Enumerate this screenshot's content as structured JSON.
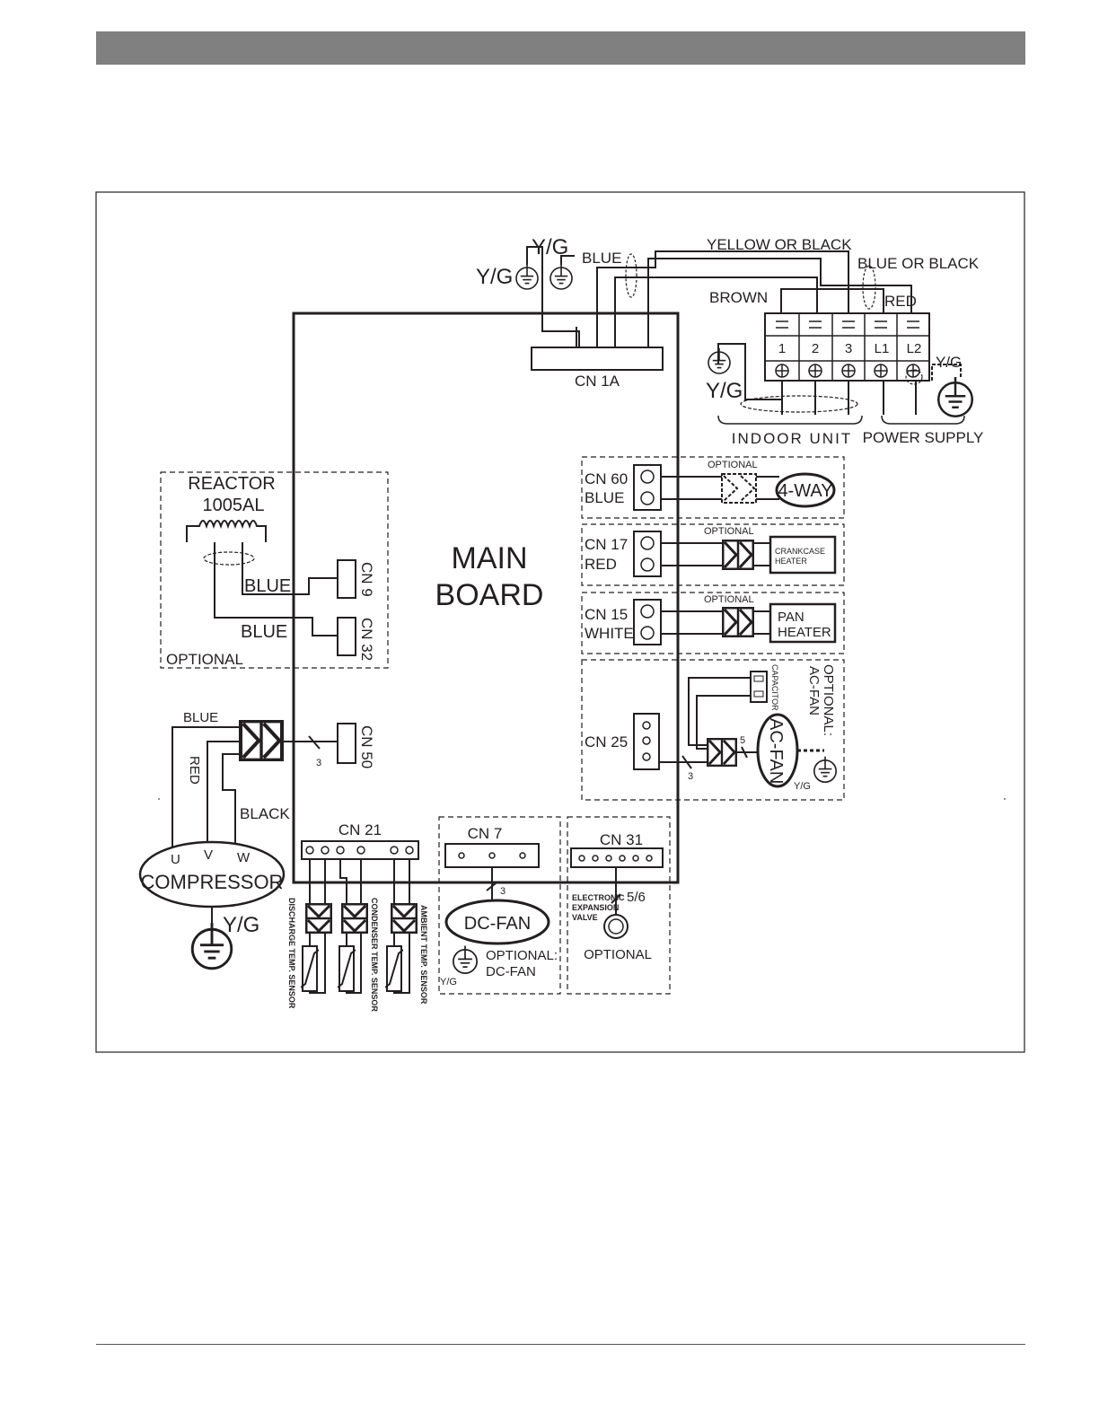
{
  "header": {
    "band_color": "#808080"
  },
  "labels": {
    "yg": "Y/G",
    "blue": "BLUE",
    "yellow_or_black": "YELLOW OR BLACK",
    "blue_or_black": "BLUE OR BLACK",
    "brown": "BROWN",
    "red": "RED",
    "cn1a": "CN 1A",
    "term_1": "1",
    "term_2": "2",
    "term_3": "3",
    "term_l1": "L1",
    "term_l2": "L2",
    "indoor_unit": "INDOOR UNIT",
    "power_supply": "POWER SUPPLY",
    "reactor": "REACTOR",
    "reactor_model": "1005AL",
    "cn9": "CN 9",
    "cn32": "CN 32",
    "optional": "OPTIONAL",
    "main": "MAIN",
    "board": "BOARD",
    "cn60": "CN 60",
    "cn60_color": "BLUE",
    "four_way": "4-WAY",
    "cn17": "CN 17",
    "cn17_color": "RED",
    "crankcase_1": "CRANKCASE",
    "crankcase_2": "HEATER",
    "cn15": "CN 15",
    "cn15_color": "WHITE",
    "pan_1": "PAN",
    "pan_2": "HEATER",
    "cn25": "CN 25",
    "capacitor": "CAPACITOR",
    "optional_colon": "OPTIONAL:",
    "ac_fan_dash": "AC-FAN",
    "ac_fan": "AC-FAN",
    "wire_3": "3",
    "wire_5": "5",
    "cn50": "CN 50",
    "black": "BLACK",
    "red_wire": "RED",
    "u": "U",
    "v": "V",
    "w": "W",
    "compressor": "COMPRESSOR",
    "cn21": "CN 21",
    "cn7": "CN 7",
    "cn31": "CN 31",
    "dc_fan": "DC-FAN",
    "optional_dc_1": "OPTIONAL:",
    "optional_dc_2": "DC-FAN",
    "wire_56": "5/6",
    "eev_1": "ELECTRONIC",
    "eev_2": "EXPANSION",
    "eev_3": "VALVE",
    "discharge_sensor": "DISCHARGE TEMP. SENSOR",
    "condenser_sensor": "CONDENSER TEMP. SENSOR",
    "ambient_sensor": "AMBIENT TEMP. SENSOR"
  }
}
